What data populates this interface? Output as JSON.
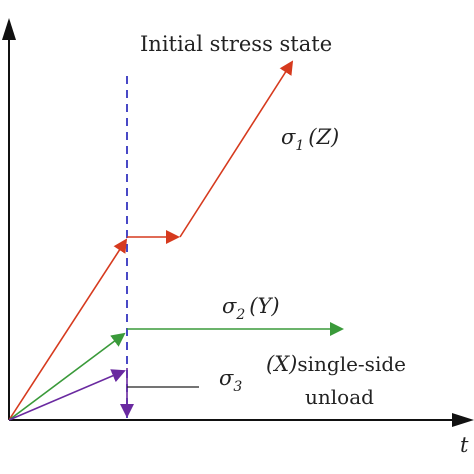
{
  "diagram": {
    "title": "Initial stress state",
    "axis_x_label": "t",
    "sigma1": {
      "symbol": "σ",
      "sub": "1",
      "axis": "(Z)"
    },
    "sigma2": {
      "symbol": "σ",
      "sub": "2",
      "axis": "(Y)"
    },
    "sigma3": {
      "symbol": "σ",
      "sub": "3"
    },
    "unload_axis": "(X)",
    "unload_text_1": "single-side",
    "unload_text_2": "unload",
    "colors": {
      "sigma1": "#d63a1e",
      "sigma2": "#3a9a3a",
      "sigma3": "#6a2aa0",
      "divider": "#3535c0",
      "axis": "#111111"
    }
  }
}
